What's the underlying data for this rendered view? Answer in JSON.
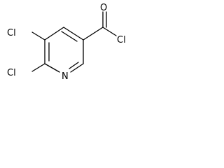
{
  "molecule": {
    "atoms": {
      "cl_top_left": "Cl",
      "cl_bottom_left": "Cl",
      "n_ring": "N",
      "o_carbonyl": "O",
      "cl_acyl": "Cl"
    },
    "colors": {
      "bond": "#000000",
      "label": "#000000",
      "background": "#ffffff"
    }
  }
}
